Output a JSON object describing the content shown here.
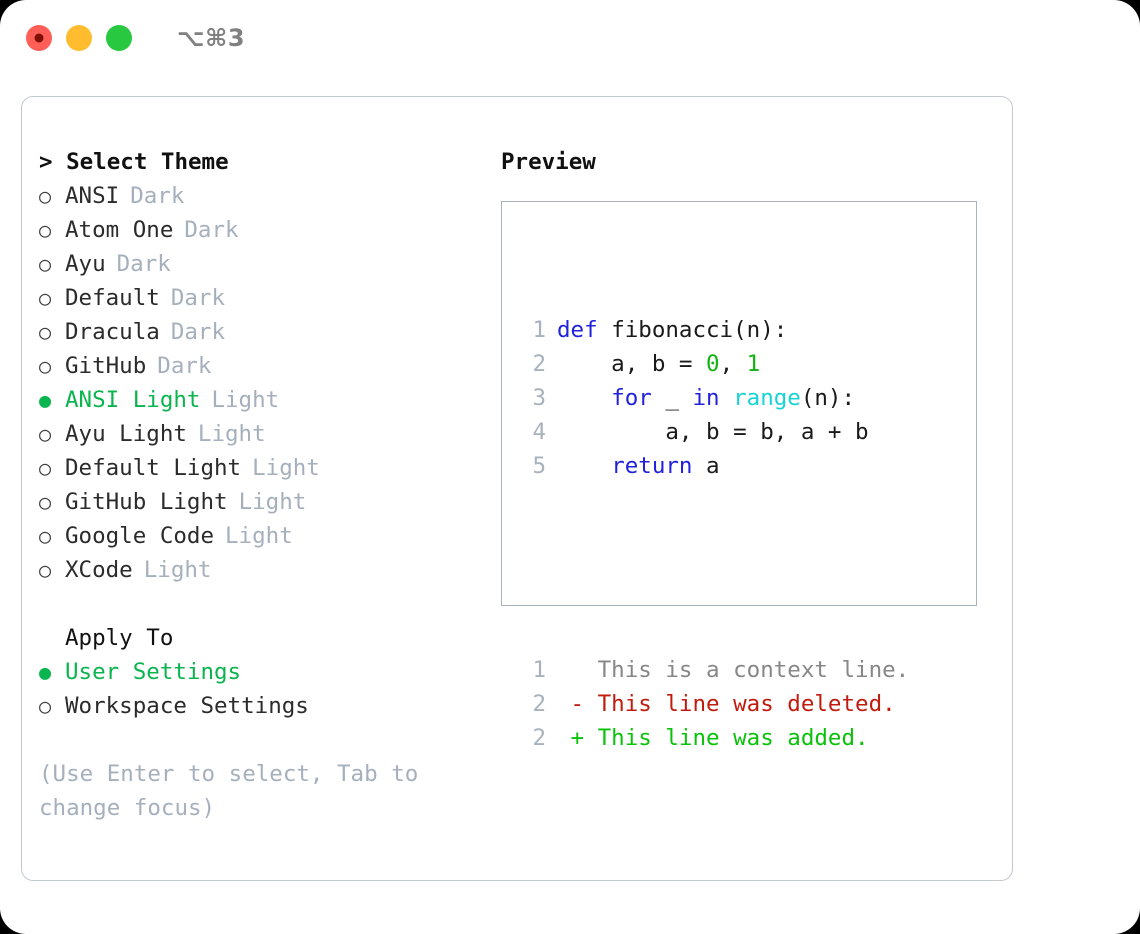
{
  "titlebar": {
    "traffic_lights": [
      {
        "name": "close",
        "color": "#ff5f57"
      },
      {
        "name": "minimize",
        "color": "#febc2e"
      },
      {
        "name": "zoom",
        "color": "#28c840"
      }
    ],
    "shortcut": "⌥⌘3"
  },
  "theme_picker": {
    "heading": "Select Theme",
    "caret": ">",
    "bullet_empty": "○",
    "bullet_filled": "●",
    "items": [
      {
        "label": "ANSI",
        "suffix": "Dark",
        "selected": false
      },
      {
        "label": "Atom One",
        "suffix": "Dark",
        "selected": false
      },
      {
        "label": "Ayu",
        "suffix": "Dark",
        "selected": false
      },
      {
        "label": "Default",
        "suffix": "Dark",
        "selected": false
      },
      {
        "label": "Dracula",
        "suffix": "Dark",
        "selected": false
      },
      {
        "label": "GitHub",
        "suffix": "Dark",
        "selected": false
      },
      {
        "label": "ANSI Light",
        "suffix": "Light",
        "selected": true
      },
      {
        "label": "Ayu Light",
        "suffix": "Light",
        "selected": false
      },
      {
        "label": "Default Light",
        "suffix": "Light",
        "selected": false
      },
      {
        "label": "GitHub Light",
        "suffix": "Light",
        "selected": false
      },
      {
        "label": "Google Code",
        "suffix": "Light",
        "selected": false
      },
      {
        "label": "XCode",
        "suffix": "Light",
        "selected": false
      }
    ]
  },
  "apply_to": {
    "heading": "Apply To",
    "items": [
      {
        "label": "User Settings",
        "selected": true
      },
      {
        "label": "Workspace Settings",
        "selected": false
      }
    ]
  },
  "hint": "(Use Enter to select, Tab to change focus)",
  "preview": {
    "heading": "Preview",
    "code_lines": [
      {
        "number": "1",
        "tokens": [
          {
            "text": "def ",
            "type": "kw"
          },
          {
            "text": "fibonacci(n):",
            "type": "plain"
          }
        ]
      },
      {
        "number": "2",
        "tokens": [
          {
            "text": "    a, b = ",
            "type": "plain"
          },
          {
            "text": "0",
            "type": "num"
          },
          {
            "text": ", ",
            "type": "plain"
          },
          {
            "text": "1",
            "type": "num"
          }
        ]
      },
      {
        "number": "3",
        "tokens": [
          {
            "text": "    ",
            "type": "plain"
          },
          {
            "text": "for",
            "type": "kw"
          },
          {
            "text": " _ ",
            "type": "plain"
          },
          {
            "text": "in",
            "type": "kw"
          },
          {
            "text": " ",
            "type": "plain"
          },
          {
            "text": "range",
            "type": "builtin"
          },
          {
            "text": "(n):",
            "type": "plain"
          }
        ]
      },
      {
        "number": "4",
        "tokens": [
          {
            "text": "        a, b = b, a + b",
            "type": "plain"
          }
        ]
      },
      {
        "number": "5",
        "tokens": [
          {
            "text": "    ",
            "type": "plain"
          },
          {
            "text": "return",
            "type": "kw"
          },
          {
            "text": " a",
            "type": "plain"
          }
        ]
      }
    ],
    "diff_lines": [
      {
        "number": "1",
        "marker": " ",
        "text": " This is a context line.",
        "type": "ctx"
      },
      {
        "number": "2",
        "marker": "-",
        "text": " This line was deleted.",
        "type": "del"
      },
      {
        "number": "2",
        "marker": "+",
        "text": " This line was added.",
        "type": "add"
      }
    ]
  },
  "colors": {
    "accent_green": "#0ab44e",
    "muted": "#a6b0bd",
    "keyword_blue": "#2222dd",
    "builtin_cyan": "#17d4d4",
    "number_green": "#13b313",
    "diff_delete_red": "#c11b0e",
    "diff_add_green": "#0bc20b",
    "panel_border": "#c3c9cf",
    "preview_border": "#a8b2bd"
  }
}
